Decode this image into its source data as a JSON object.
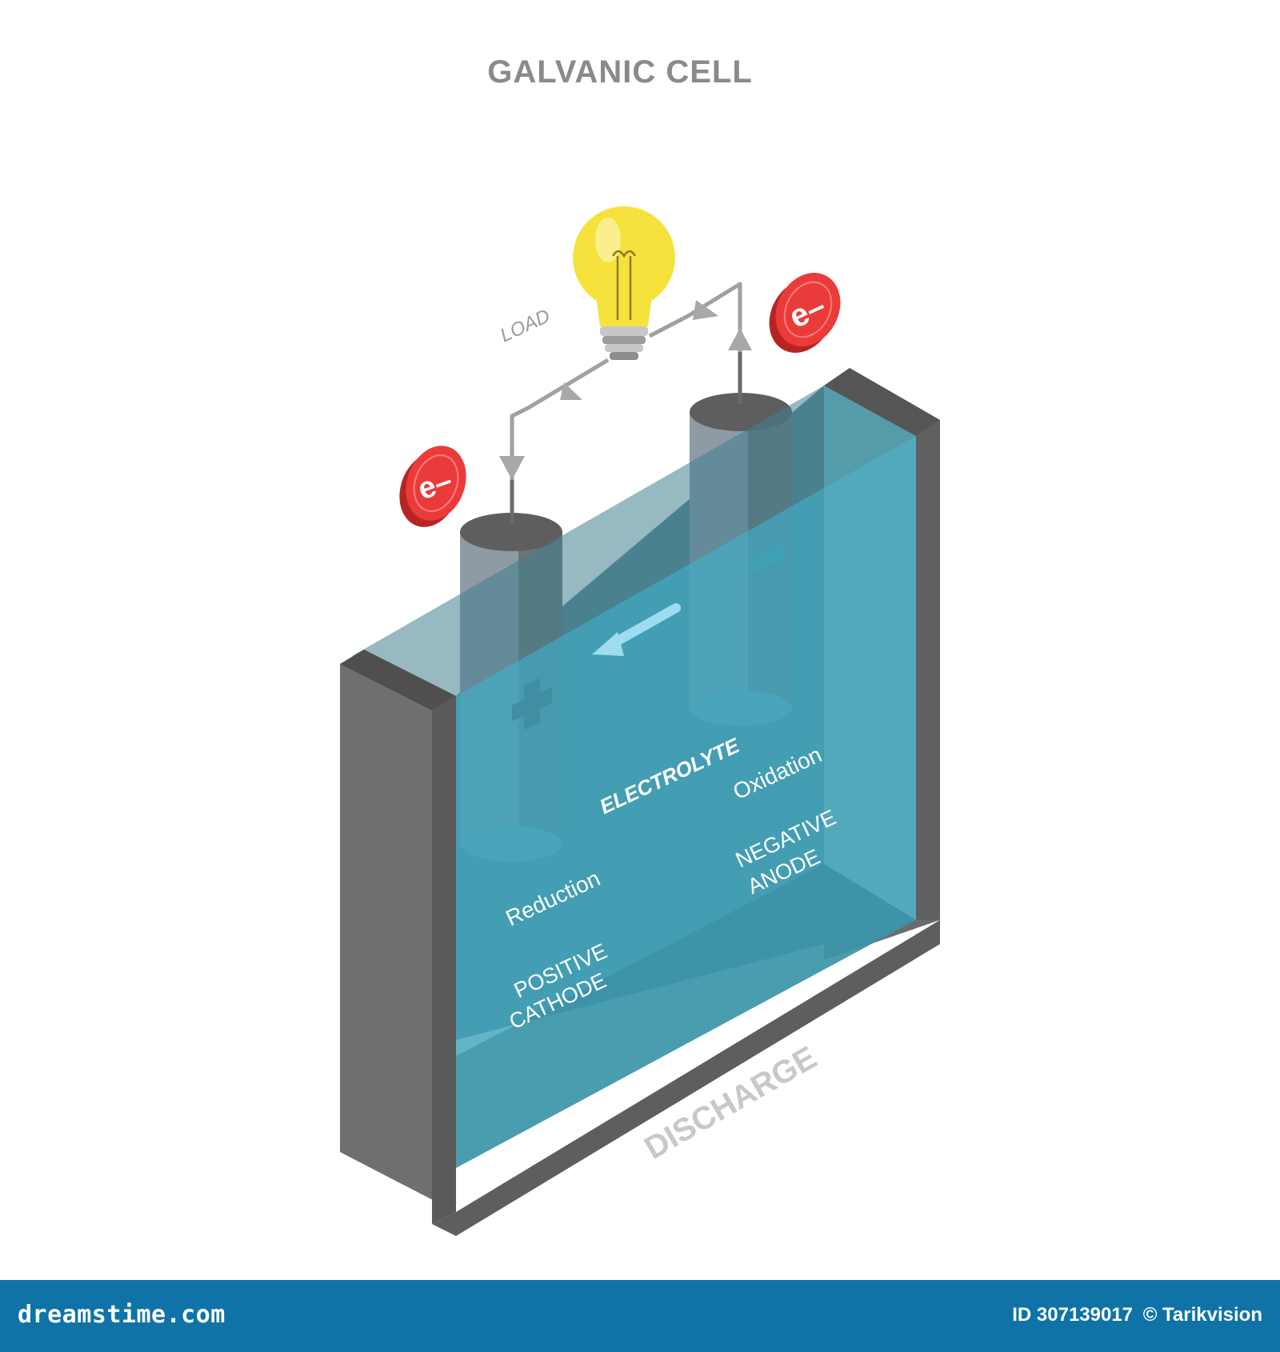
{
  "title": "GALVANIC CELL",
  "labels": {
    "load": "LOAD",
    "electron_left": "e–",
    "electron_right": "e–",
    "electrolyte": "ELECTROLYTE",
    "reduction": "Reduction",
    "positive": "POSITIVE",
    "cathode": "CATHODE",
    "oxidation": "Oxidation",
    "negative": "NEGATIVE",
    "anode": "ANODE",
    "discharge": "DISCHARGE"
  },
  "colors": {
    "electrolyte": "#46a8bd",
    "container": "#6e6e6e",
    "electrode": "#8a8e92",
    "electron_badge": "#e63a3a",
    "bulb": "#f5e23c",
    "footer": "#0f73a8",
    "wire": "#9a9a9a"
  },
  "footer": {
    "brand": "dreamstime.com",
    "id": "ID 307139017",
    "copyright_author": "© Tarikvision"
  }
}
